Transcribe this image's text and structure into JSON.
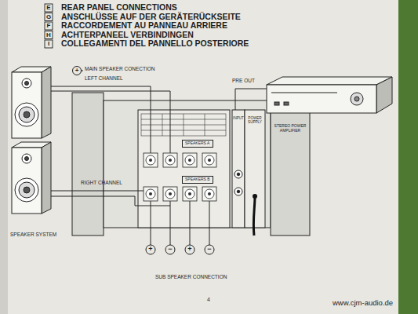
{
  "diagram": {
    "title": "REAR PANEL CONNECTIONS",
    "nodes": [
      {
        "text": [
          "STEREO POWER AMPLIFIER"
        ]
      },
      {
        "text": [
          "SPEAKERS A"
        ],
        "in": 0
      },
      {
        "text": [
          "SPEAKERS B"
        ],
        "in": 0
      },
      {
        "text": [
          "INPUT"
        ],
        "in": 0
      },
      {
        "text": [
          "POWER SUPPLY"
        ],
        "in": 0
      }
    ],
    "labels": [
      "E",
      "G",
      "F",
      "H",
      "I",
      "ANSCHLÜSSE AUF DER GERÄTERÜCKSEITE",
      "RACCORDEMENT AU PANNEAU ARRIERE",
      "ACHTERPANEEL VERBINDINGEN",
      "COLLEGAMENTI DEL PANNELLO POSTERIORE",
      "+",
      "MAIN SPEAKER CONECTION",
      "LEFT CHANNEL",
      "RIGHT CHANNEL",
      "SPEAKER SYSTEM",
      "PRE OUT",
      "+",
      "−",
      "+",
      "−",
      "SUB SPEAKER CONNECTION",
      "4",
      "www.cjm-audio.de"
    ]
  }
}
